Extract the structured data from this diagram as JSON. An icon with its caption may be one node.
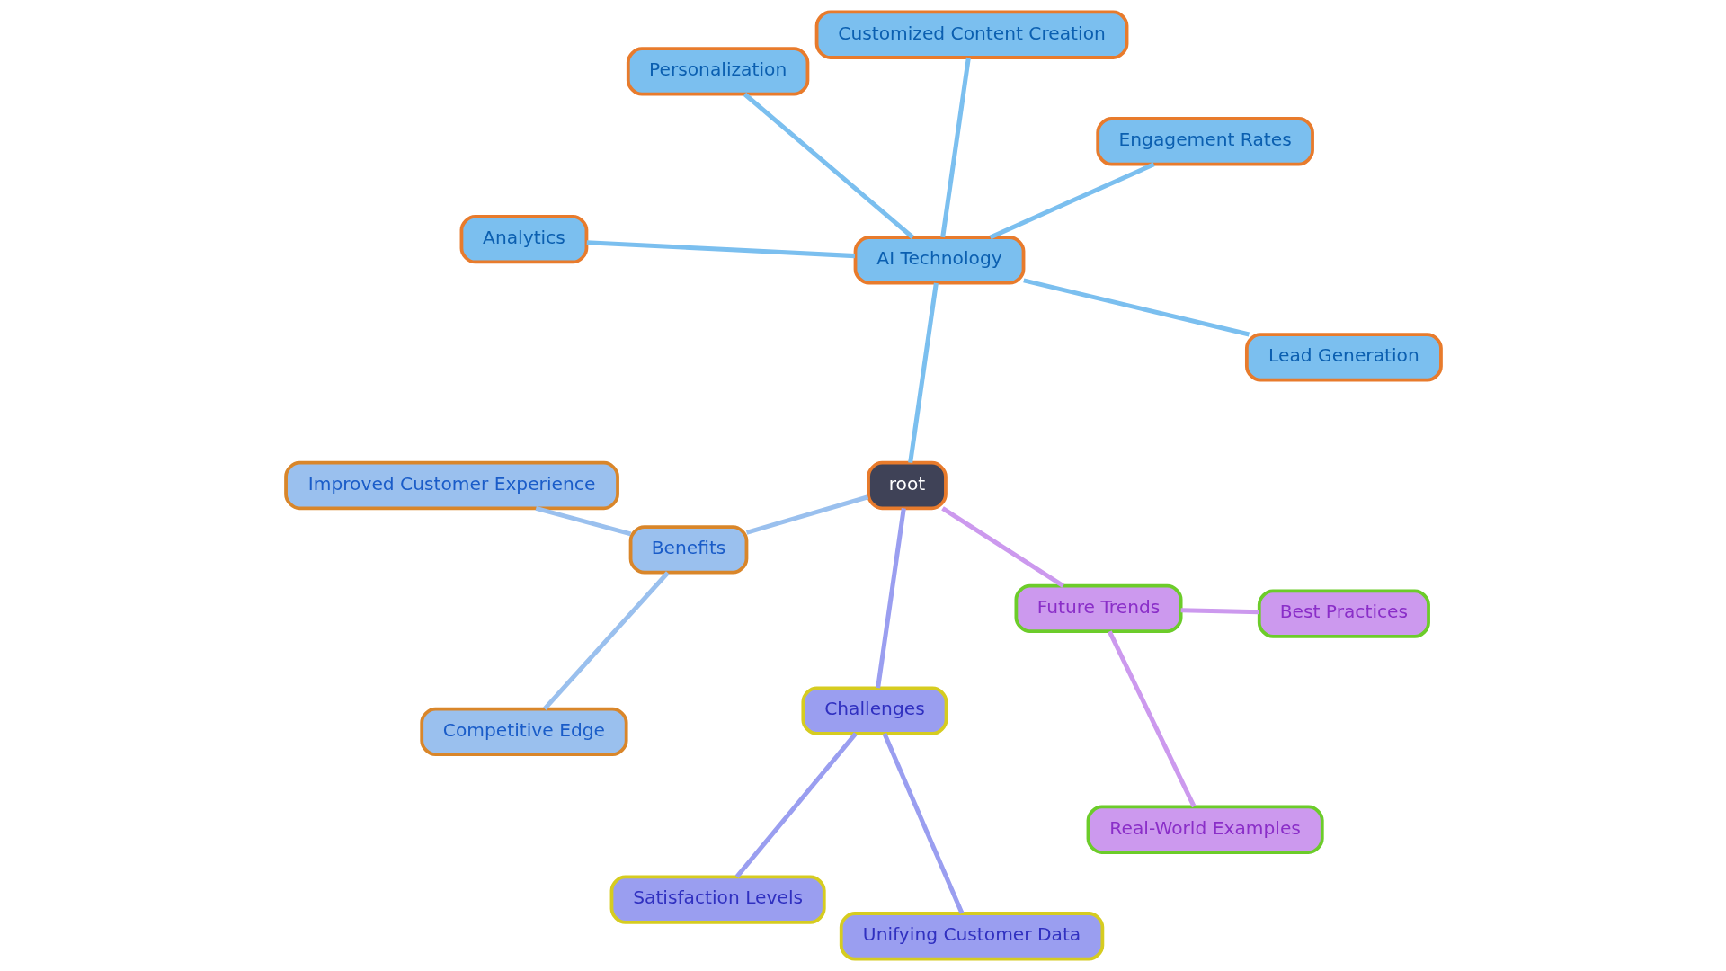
{
  "diagram": {
    "nodes": [
      {
        "text": [
          "root"
        ]
      },
      {
        "text": [
          "AI Technology"
        ]
      },
      {
        "text": [
          "Lead Generation"
        ]
      },
      {
        "text": [
          "Engagement Rates"
        ]
      },
      {
        "text": [
          "Customized Content Creation"
        ]
      },
      {
        "text": [
          "Personalization"
        ]
      },
      {
        "text": [
          "Analytics"
        ]
      },
      {
        "text": [
          "Benefits"
        ]
      },
      {
        "text": [
          "Improved Customer Experience"
        ]
      },
      {
        "text": [
          "Competitive Edge"
        ]
      },
      {
        "text": [
          "Challenges"
        ]
      },
      {
        "text": [
          "Satisfaction Levels"
        ]
      },
      {
        "text": [
          "Unifying Customer Data"
        ]
      },
      {
        "text": [
          "Future Trends"
        ]
      },
      {
        "text": [
          "Real-World Examples"
        ]
      },
      {
        "text": [
          "Best Practices"
        ]
      }
    ],
    "edges": [
      {
        "from": 0,
        "to": 1,
        "arrow": "none"
      },
      {
        "from": 1,
        "to": 2,
        "arrow": "none"
      },
      {
        "from": 1,
        "to": 3,
        "arrow": "none"
      },
      {
        "from": 1,
        "to": 4,
        "arrow": "none"
      },
      {
        "from": 1,
        "to": 5,
        "arrow": "none"
      },
      {
        "from": 1,
        "to": 6,
        "arrow": "none"
      },
      {
        "from": 0,
        "to": 7,
        "arrow": "none",
        "color": "#9ac0ee"
      },
      {
        "from": 7,
        "to": 8,
        "arrow": "none",
        "color": "#9ac0ee"
      },
      {
        "from": 7,
        "to": 9,
        "arrow": "none",
        "color": "#9ac0ee"
      },
      {
        "from": 0,
        "to": 10,
        "arrow": "none",
        "color": "#9a9ef0"
      },
      {
        "from": 10,
        "to": 11,
        "arrow": "none",
        "color": "#9a9ef0"
      },
      {
        "from": 10,
        "to": 12,
        "arrow": "none",
        "color": "#9a9ef0"
      },
      {
        "from": 0,
        "to": 13,
        "arrow": "none",
        "color": "#cc99ee"
      },
      {
        "from": 13,
        "to": 14,
        "arrow": "none",
        "color": "#cc99ee"
      },
      {
        "from": 13,
        "to": 15,
        "arrow": "none",
        "color": "#cc99ee"
      }
    ]
  }
}
